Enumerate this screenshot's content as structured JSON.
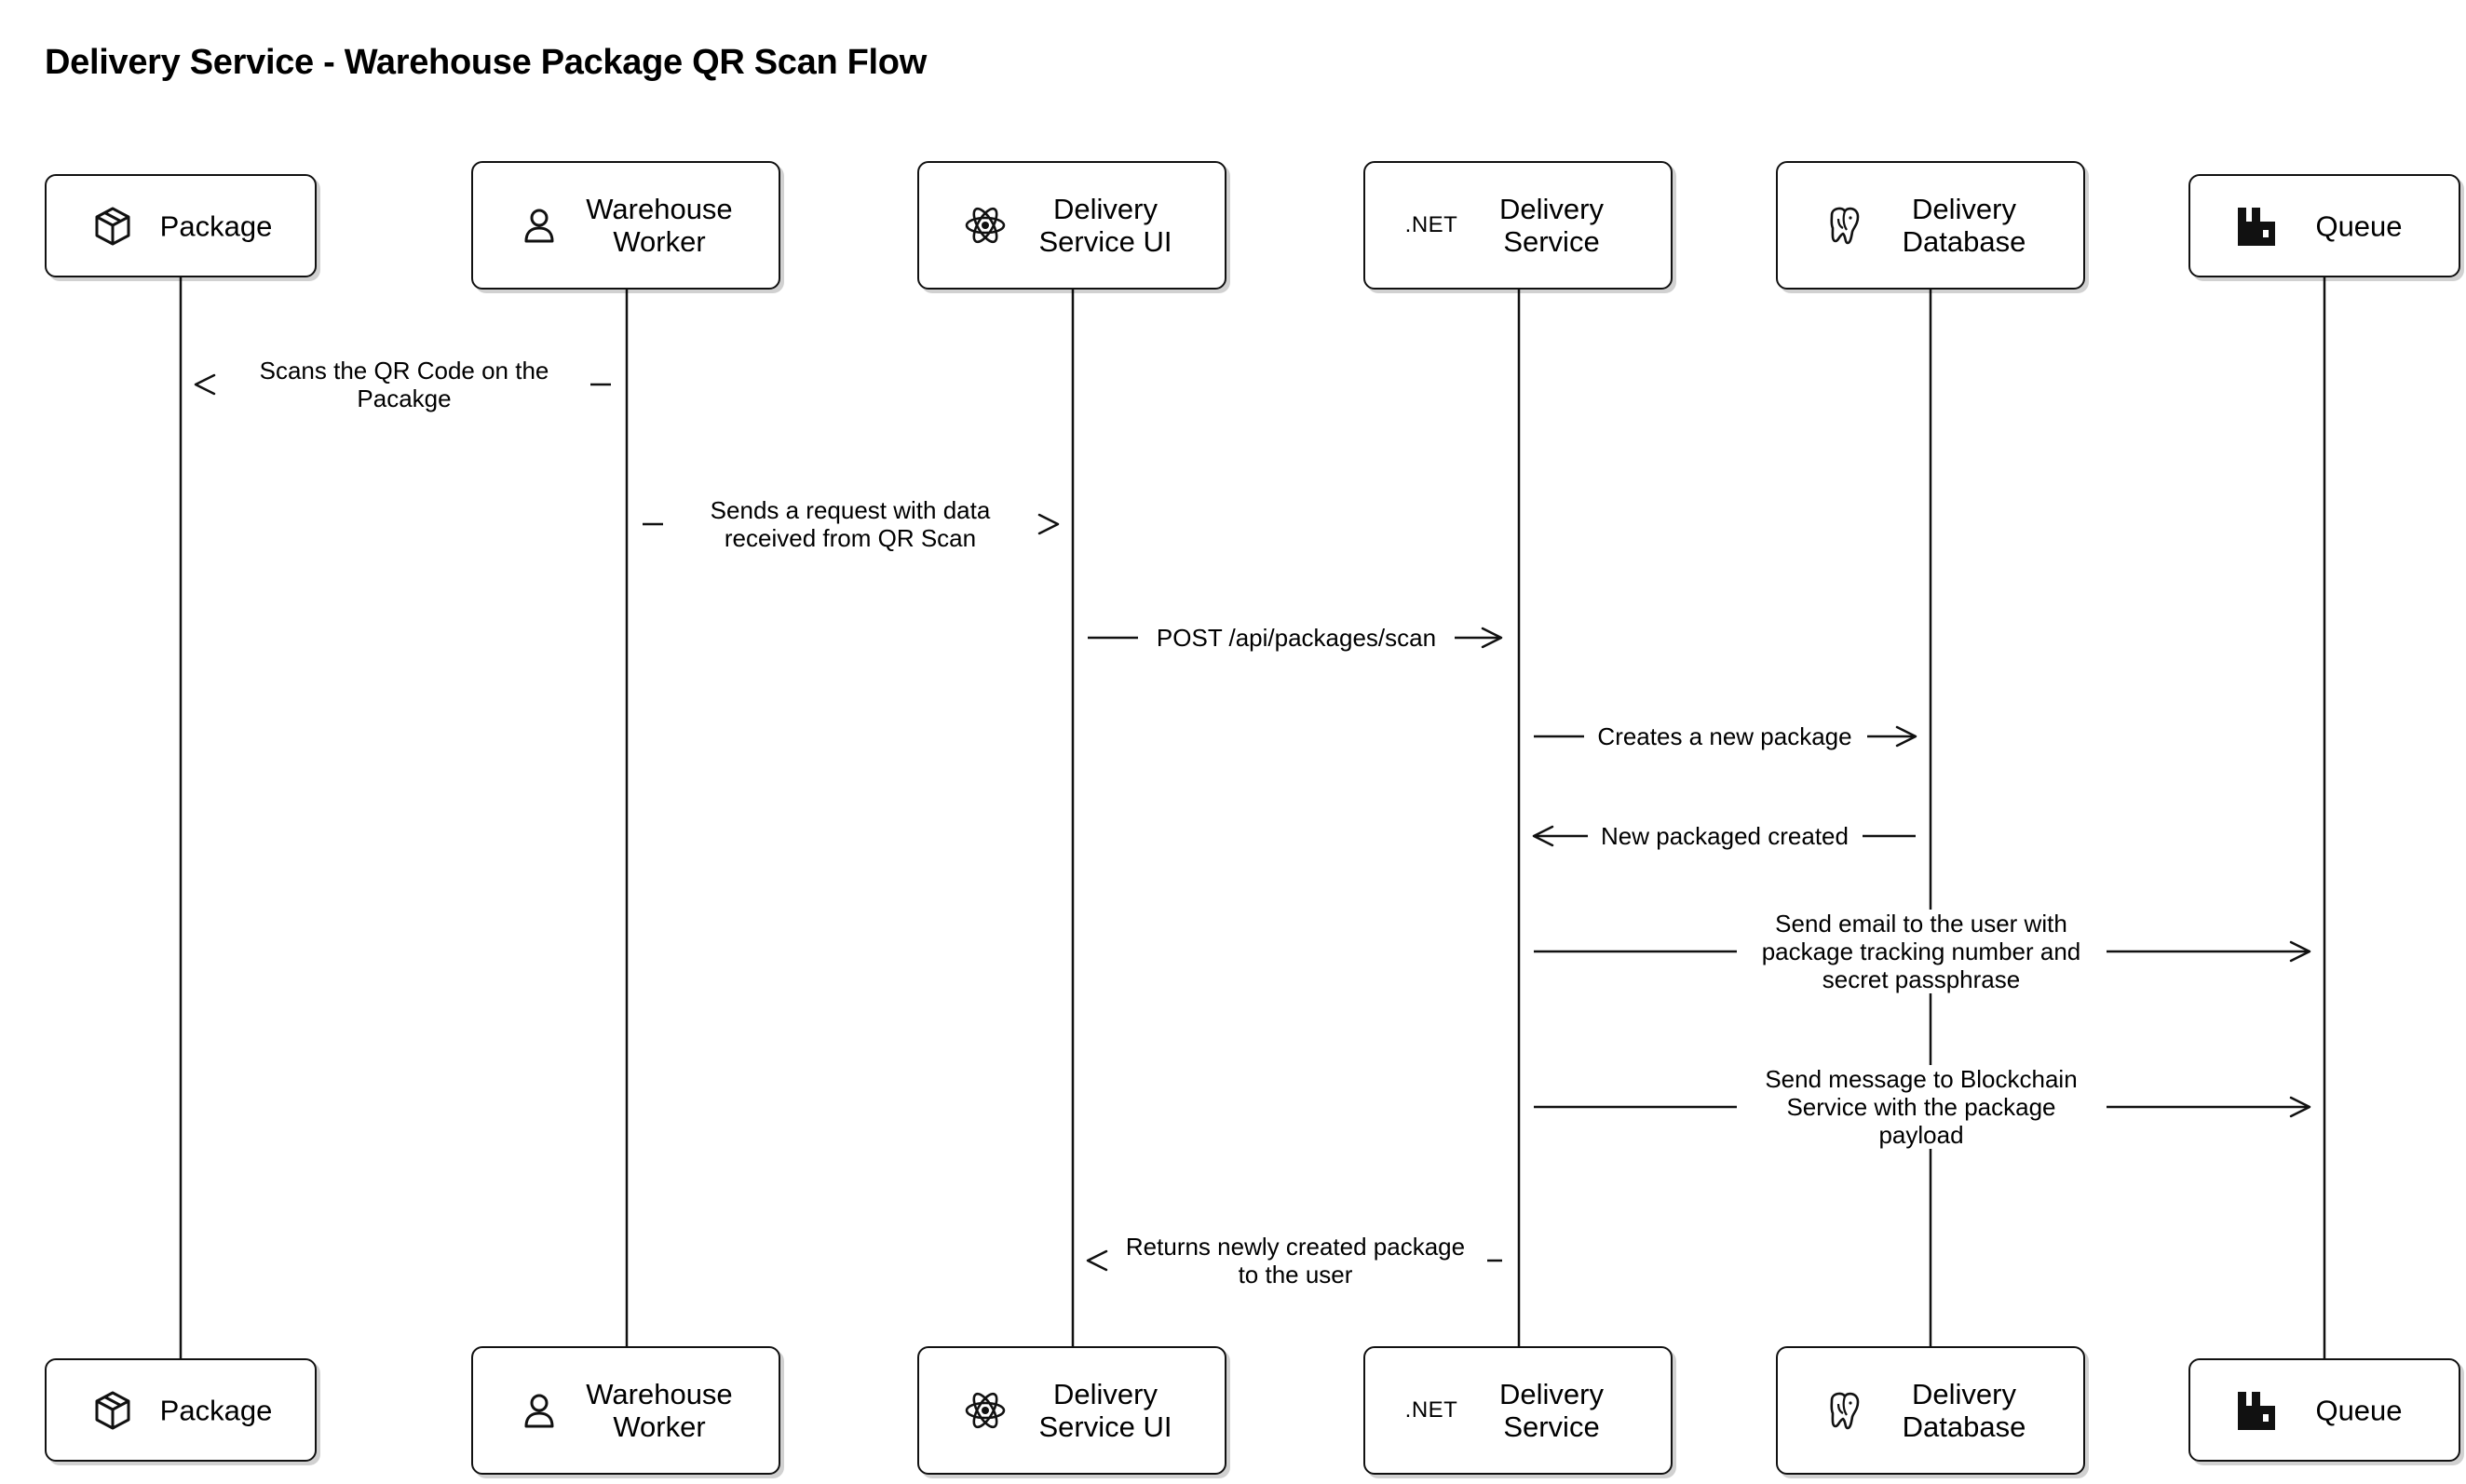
{
  "title": "Delivery Service - Warehouse Package QR Scan Flow",
  "participants": [
    {
      "id": "package",
      "label": "Package",
      "icon": "package-icon"
    },
    {
      "id": "worker",
      "label": "Warehouse\nWorker",
      "icon": "user-icon"
    },
    {
      "id": "ui",
      "label": "Delivery\nService UI",
      "icon": "react-icon"
    },
    {
      "id": "service",
      "label": "Delivery\nService",
      "icon": "dotnet-icon",
      "icon_text": ".NET"
    },
    {
      "id": "db",
      "label": "Delivery\nDatabase",
      "icon": "postgresql-icon"
    },
    {
      "id": "queue",
      "label": "Queue",
      "icon": "rabbitmq-icon"
    }
  ],
  "messages": [
    {
      "from": "worker",
      "to": "package",
      "label": "Scans the QR Code on the\nPacakge"
    },
    {
      "from": "worker",
      "to": "ui",
      "label": "Sends a request with data\nreceived from QR Scan"
    },
    {
      "from": "ui",
      "to": "service",
      "label": "POST /api/packages/scan"
    },
    {
      "from": "service",
      "to": "db",
      "label": "Creates a new package"
    },
    {
      "from": "db",
      "to": "service",
      "label": "New packaged created"
    },
    {
      "from": "service",
      "to": "queue",
      "label": "Send email to the user with\npackage tracking number and\nsecret passphrase"
    },
    {
      "from": "service",
      "to": "queue",
      "label": "Send message to Blockchain\nService with the package\npayload"
    },
    {
      "from": "service",
      "to": "ui",
      "label": "Returns newly created package\nto the user"
    }
  ]
}
